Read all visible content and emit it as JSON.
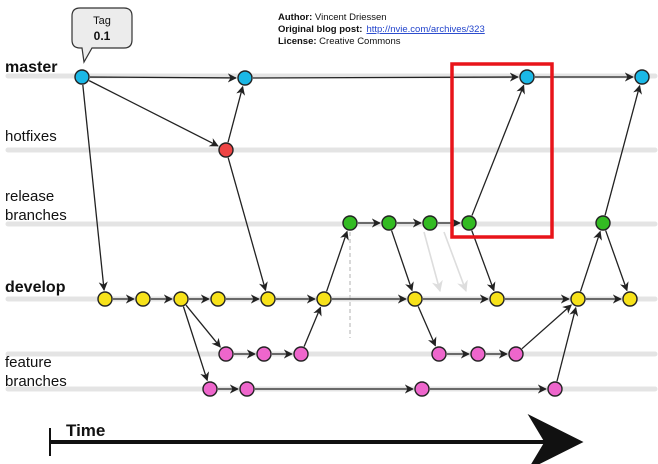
{
  "credits": {
    "author_label": "Author:",
    "author_value": " Vincent Driessen",
    "blog_label": "Original blog post:",
    "blog_value": "http://nvie.com/archives/323",
    "license_label": "License:",
    "license_value": " Creative Commons"
  },
  "tag": {
    "title": "Tag",
    "version": "0.1"
  },
  "lanes": {
    "master": "master",
    "hotfixes": "hotfixes",
    "release_1": "release",
    "release_2": "branches",
    "develop": "develop",
    "feature_1": "feature",
    "feature_2": "branches"
  },
  "time_label": "Time",
  "colors": {
    "master": "#1bb8e6",
    "hotfix": "#ee4444",
    "release": "#33bb22",
    "develop": "#f7e21a",
    "feature": "#ee66cc",
    "highlight": "#e8141a"
  }
}
